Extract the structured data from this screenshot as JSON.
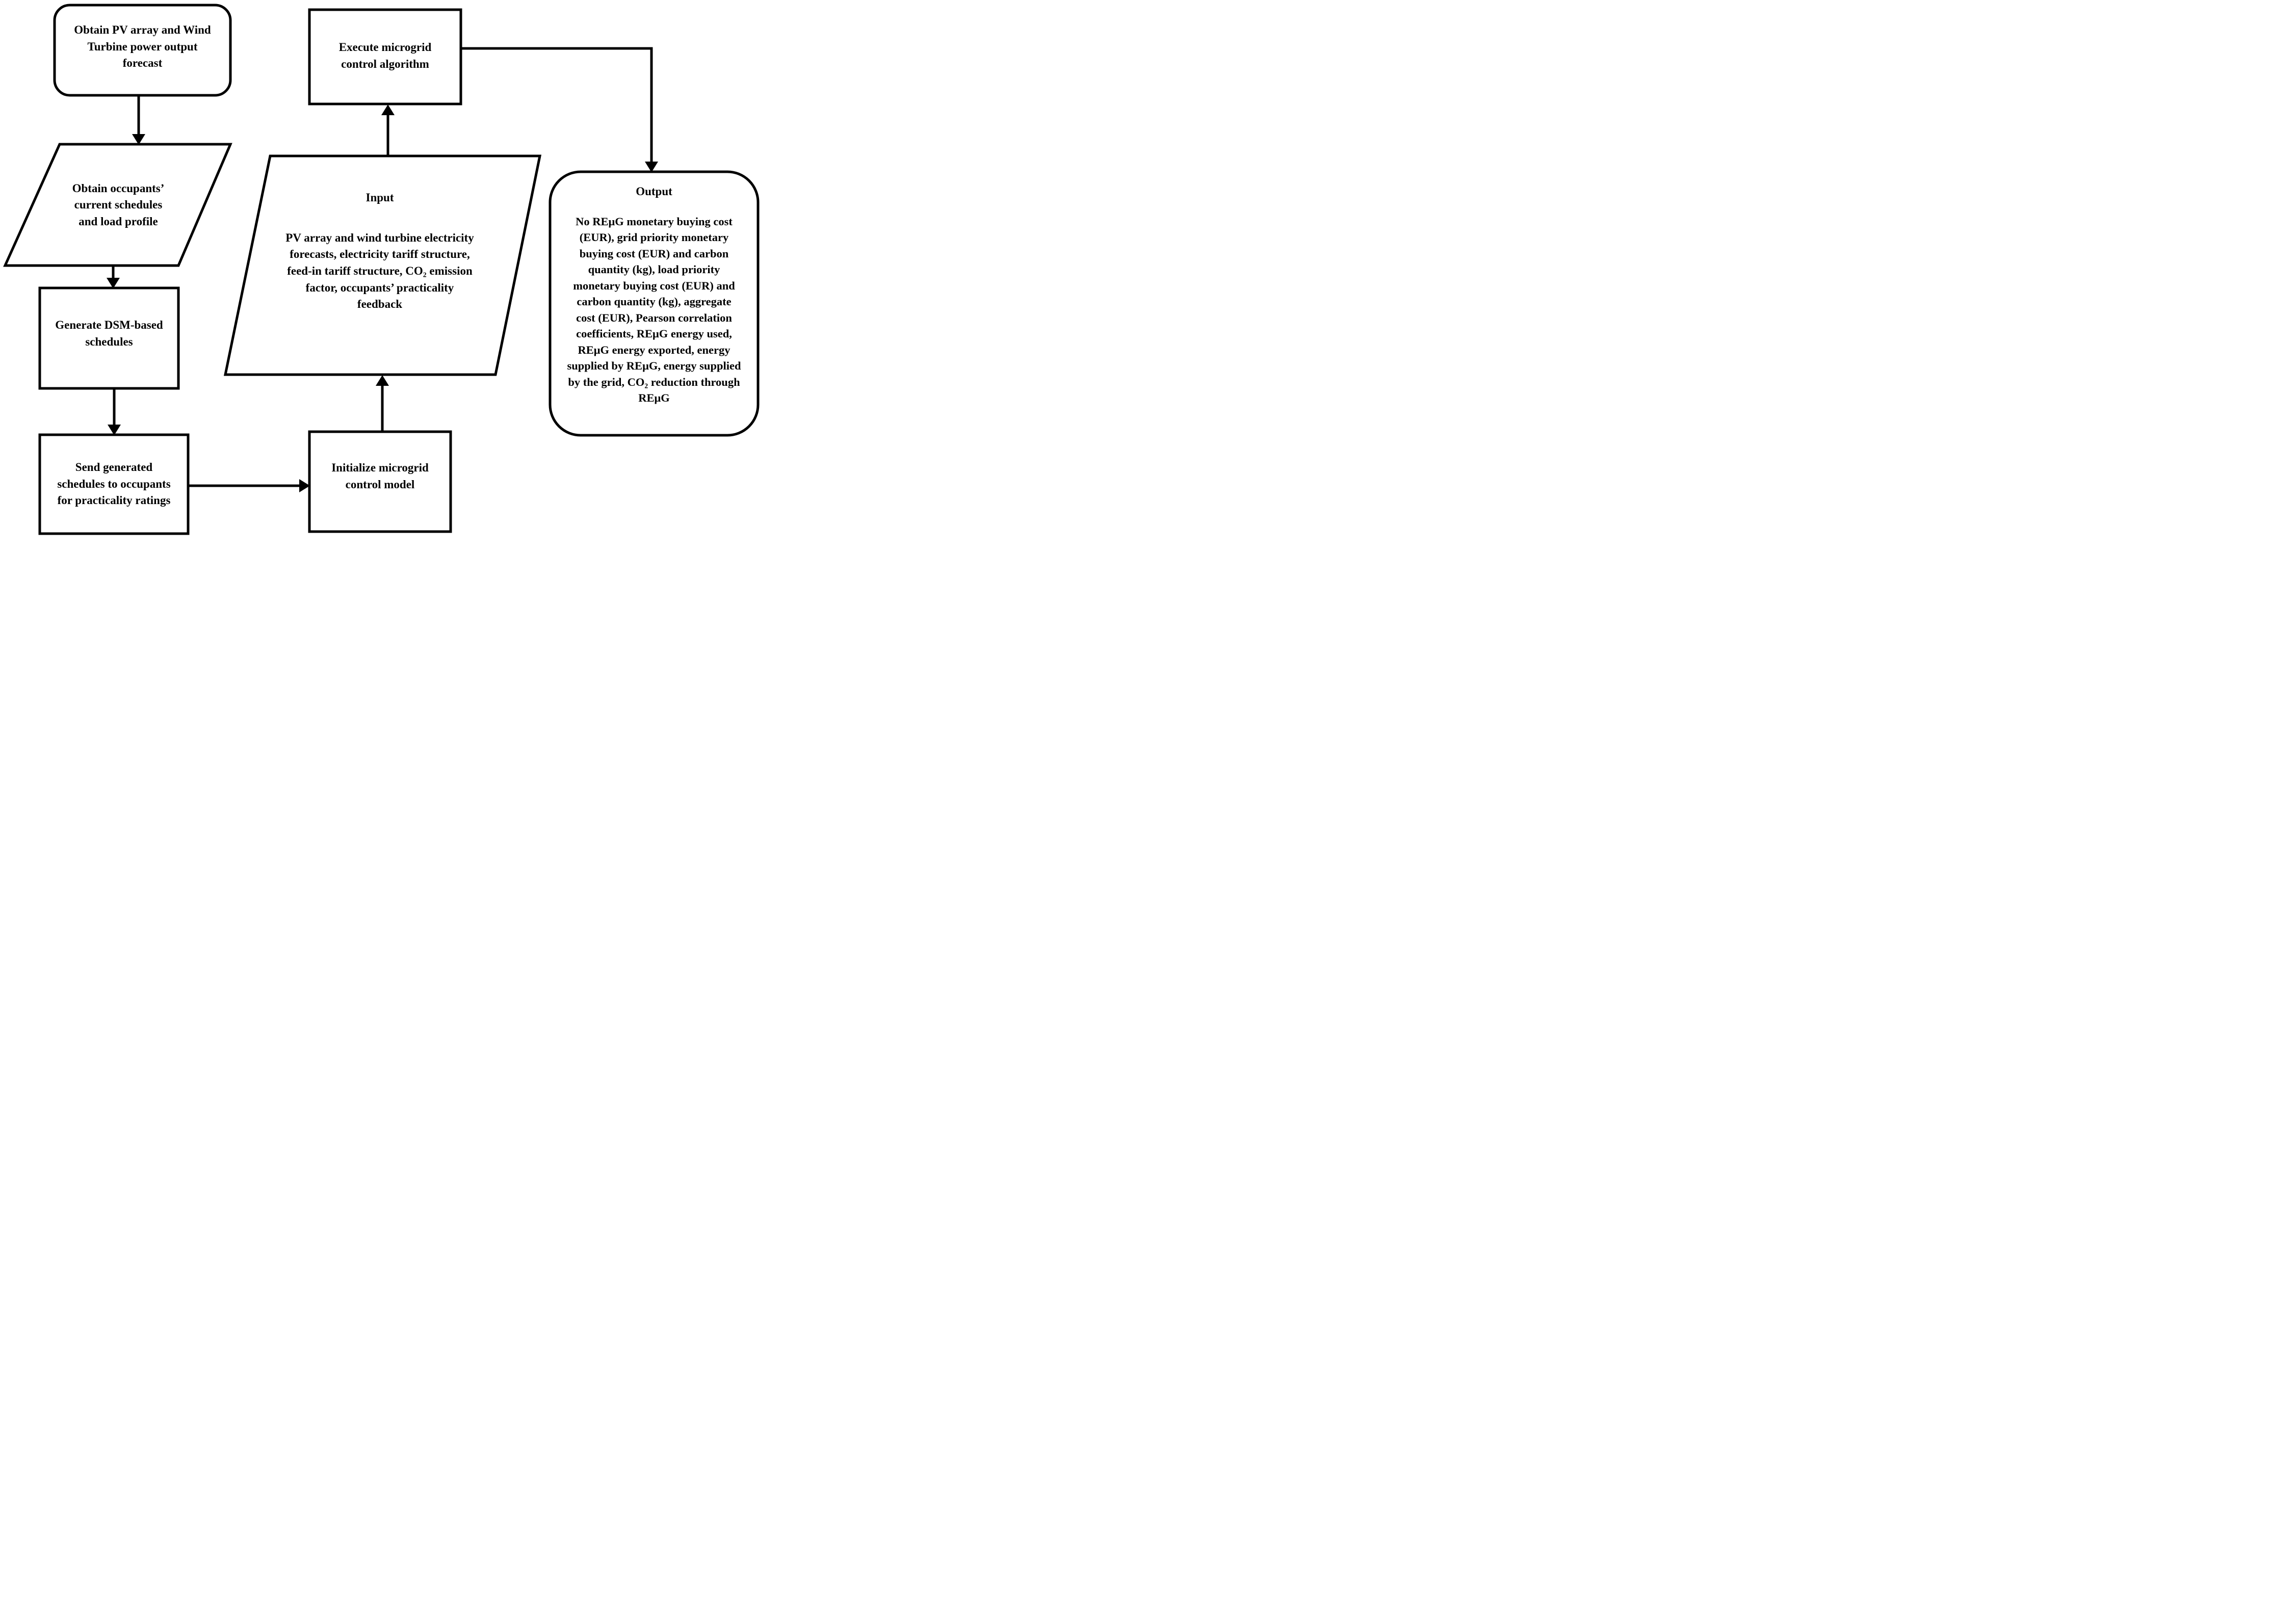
{
  "colors": {
    "ink": "#000000",
    "background": "#ffffff"
  },
  "nodes": {
    "obtain_forecast": {
      "label": "Obtain PV array and Wind\nTurbine power output\nforecast"
    },
    "obtain_schedules": {
      "label": "Obtain occupants’\ncurrent schedules\nand load profile"
    },
    "generate_dsm": {
      "label": "Generate DSM-based\nschedules"
    },
    "send_schedules": {
      "label": "Send generated\nschedules to occupants\nfor practicality ratings"
    },
    "initialize_model": {
      "label": "Initialize microgrid\ncontrol model"
    },
    "input": {
      "title": "Input",
      "body": "PV array and wind turbine electricity\nforecasts, electricity tariff structure,\nfeed-in tariff structure, CO₂ emission\nfactor, occupants’ practicality\nfeedback"
    },
    "execute_algorithm": {
      "label": "Execute microgrid\ncontrol algorithm"
    },
    "output": {
      "title": "Output",
      "body": "No REμG monetary buying cost\n(EUR), grid priority monetary\nbuying cost (EUR) and carbon\nquantity (kg), load priority\nmonetary buying cost (EUR) and\ncarbon quantity (kg), aggregate\ncost (EUR), Pearson correlation\ncoefficients, REμG energy used,\nREμG energy exported, energy\nsupplied by REμG, energy supplied\nby the grid, CO₂ reduction through\nREμG"
    }
  }
}
